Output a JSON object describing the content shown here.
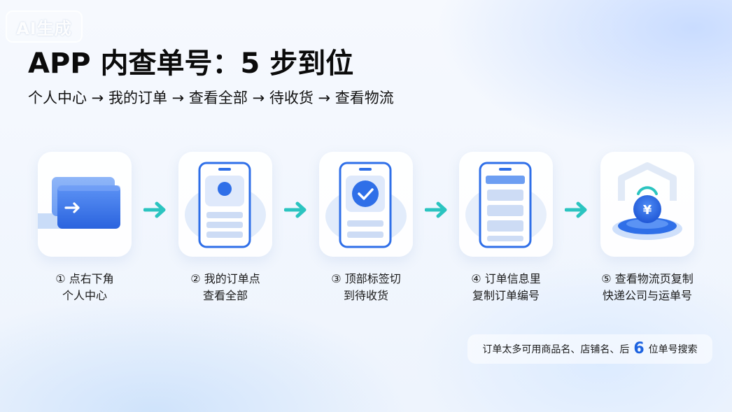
{
  "badge": "AI生成",
  "title": "APP 内查单号：5 步到位",
  "subtitle": "个人中心 → 我的订单 → 查看全部 → 待收货 → 查看物流",
  "steps": [
    {
      "line1": "① 点右下角",
      "line2": "个人中心",
      "icon": "cards-arrow-icon"
    },
    {
      "line1": "② 我的订单点",
      "line2": "查看全部",
      "icon": "phone-profile-icon"
    },
    {
      "line1": "③ 顶部标签切",
      "line2": "到待收货",
      "icon": "phone-check-icon"
    },
    {
      "line1": "④ 订单信息里",
      "line2": "复制订单编号",
      "icon": "phone-list-icon"
    },
    {
      "line1": "⑤ 查看物流页复制",
      "line2": "快递公司与运单号",
      "icon": "coin-pedestal-icon"
    }
  ],
  "tip": {
    "before": "订单太多可用商品名、店铺名、后",
    "number": "6",
    "after": "位单号搜索"
  },
  "colors": {
    "primary_blue": "#2f6fe8",
    "arrow_teal": "#2bc4c0",
    "light_blue": "#dbe8fb"
  }
}
